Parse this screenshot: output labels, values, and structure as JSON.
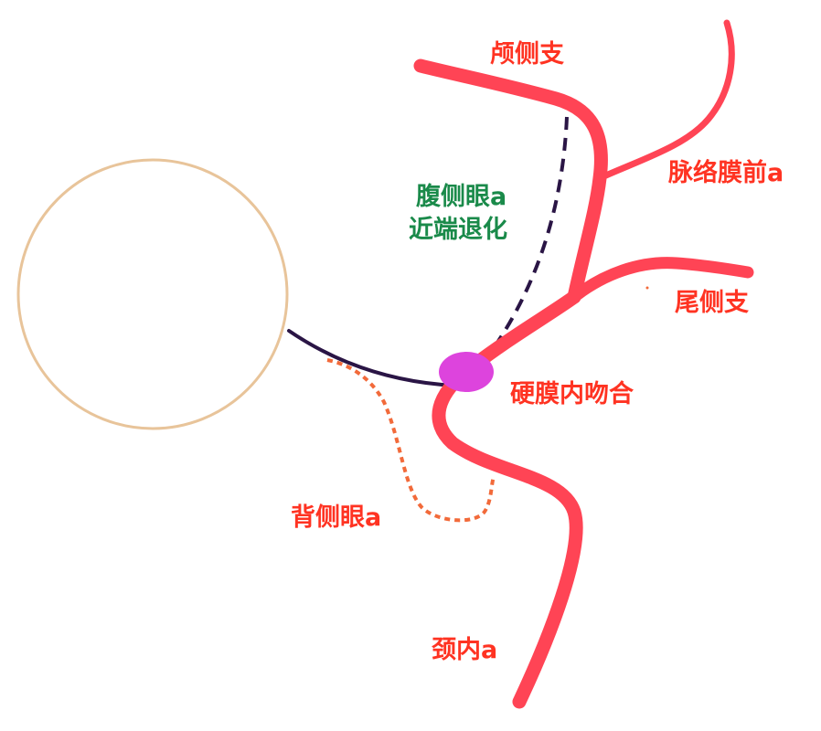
{
  "labels": {
    "cranial_branch": "颅侧支",
    "anterior_choroidal_artery": "脉络膜前a",
    "ventral_ophthalmic_line1": "腹侧眼a",
    "ventral_ophthalmic_line2": "近端退化",
    "caudal_branch": "尾侧支",
    "intradural_anastomosis": "硬膜内吻合",
    "dorsal_ophthalmic_artery": "背侧眼a",
    "internal_carotid_artery": "颈内a"
  },
  "colors": {
    "artery_red": "#ff4455",
    "label_red": "#ff3322",
    "label_green": "#1a8a4a",
    "ventral_vessel": "#2a1545",
    "dorsal_vessel": "#f26a3a",
    "anastomosis": "#dd44dd",
    "eye_outline": "#e8c49a"
  }
}
